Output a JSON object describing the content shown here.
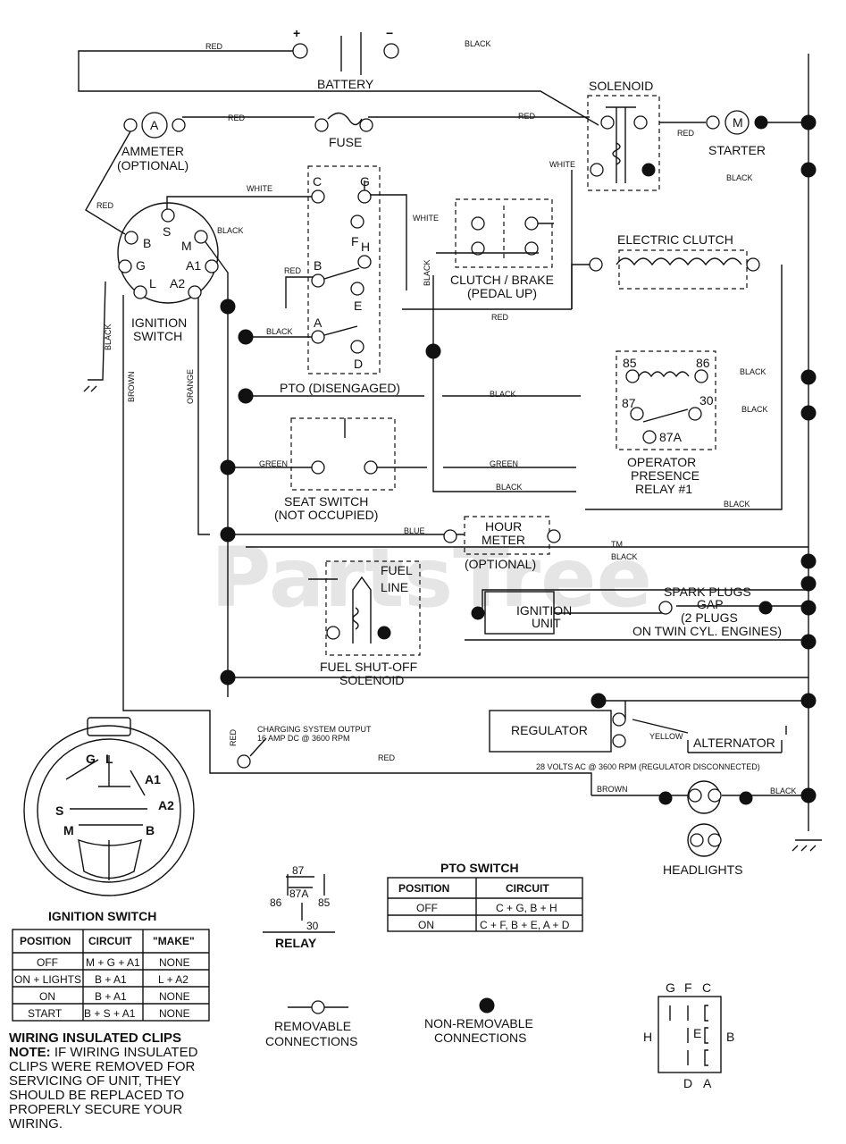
{
  "watermark": "PartsTree",
  "trademark": "TM",
  "components": {
    "battery": "BATTERY",
    "battery_plus": "+",
    "battery_minus": "−",
    "solenoid": "SOLENOID",
    "ammeter_line1": "AMMETER",
    "ammeter_line2": "(OPTIONAL)",
    "ammeter_symbol": "A",
    "fuse": "FUSE",
    "starter": "STARTER",
    "starter_symbol": "M",
    "ignition_switch_line1": "IGNITION",
    "ignition_switch_line2": "SWITCH",
    "clutch_brake_line1": "CLUTCH / BRAKE",
    "clutch_brake_line2": "(PEDAL UP)",
    "electric_clutch": "ELECTRIC CLUTCH",
    "pto": "PTO (DISENGAGED)",
    "relay_line1": "OPERATOR",
    "relay_line2": "PRESENCE",
    "relay_line3": "RELAY #1",
    "seat_line1": "SEAT SWITCH",
    "seat_line2": "(NOT OCCUPIED)",
    "hour_line1": "HOUR",
    "hour_line2": "METER",
    "hour_line3": "(OPTIONAL)",
    "fuel_line1": "FUEL",
    "fuel_line2": "LINE",
    "ignition_unit_line1": "IGNITION",
    "ignition_unit_line2": "UNIT",
    "spark_line1": "SPARK PLUGS",
    "spark_line2": "GAP",
    "spark_line3": "(2 PLUGS",
    "spark_line4": "ON TWIN CYL. ENGINES)",
    "fuel_shutoff_line1": "FUEL SHUT-OFF",
    "fuel_shutoff_line2": "SOLENOID",
    "charging_line1": "CHARGING SYSTEM OUTPUT",
    "charging_line2": "16 AMP DC @ 3600 RPM",
    "regulator": "REGULATOR",
    "alternator": "ALTERNATOR",
    "alternator_spec": "28 VOLTS AC @ 3600 RPM (REGULATOR DISCONNECTED)",
    "headlights": "HEADLIGHTS"
  },
  "terminals": {
    "ign": [
      "B",
      "S",
      "M",
      "G",
      "A1",
      "L",
      "A2"
    ],
    "pto": [
      "C",
      "G",
      "F",
      "H",
      "B",
      "E",
      "A",
      "D"
    ],
    "relay": [
      "85",
      "86",
      "87",
      "30",
      "87A"
    ]
  },
  "wire_colors": {
    "red": "RED",
    "black": "BLACK",
    "white": "WHITE",
    "brown": "BROWN",
    "orange": "ORANGE",
    "green": "GREEN",
    "blue": "BLUE",
    "yellow": "YELLOW"
  },
  "relay_legend": {
    "title": "RELAY",
    "pins": [
      "87",
      "87A",
      "86",
      "85",
      "30"
    ]
  },
  "pto_table": {
    "title": "PTO SWITCH",
    "headers": [
      "POSITION",
      "CIRCUIT"
    ],
    "rows": [
      [
        "OFF",
        "C + G, B + H"
      ],
      [
        "ON",
        "C + F, B + E, A + D"
      ]
    ]
  },
  "ignition_table": {
    "title": "IGNITION SWITCH",
    "headers": [
      "POSITION",
      "CIRCUIT",
      "\"MAKE\""
    ],
    "rows": [
      [
        "OFF",
        "M + G + A1",
        "NONE"
      ],
      [
        "ON + LIGHTS",
        "B + A1",
        "L + A2"
      ],
      [
        "ON",
        "B + A1",
        "NONE"
      ],
      [
        "START",
        "B + S + A1",
        "NONE"
      ]
    ]
  },
  "ignition_face": [
    "G",
    "L",
    "A1",
    "A2",
    "S",
    "M",
    "B"
  ],
  "pto_face": {
    "top": [
      "G",
      "F",
      "C"
    ],
    "left": "H",
    "center": "E",
    "right": "B",
    "bottom": [
      "D",
      "A"
    ]
  },
  "legend": {
    "removable_line1": "REMOVABLE",
    "removable_line2": "CONNECTIONS",
    "nonremovable_line1": "NON-REMOVABLE",
    "nonremovable_line2": "CONNECTIONS"
  },
  "note": {
    "title": "WIRING INSULATED CLIPS",
    "label": "NOTE:",
    "text": "IF WIRING INSULATED CLIPS WERE REMOVED FOR SERVICING OF UNIT, THEY SHOULD BE REPLACED TO PROPERLY SECURE YOUR WIRING."
  }
}
